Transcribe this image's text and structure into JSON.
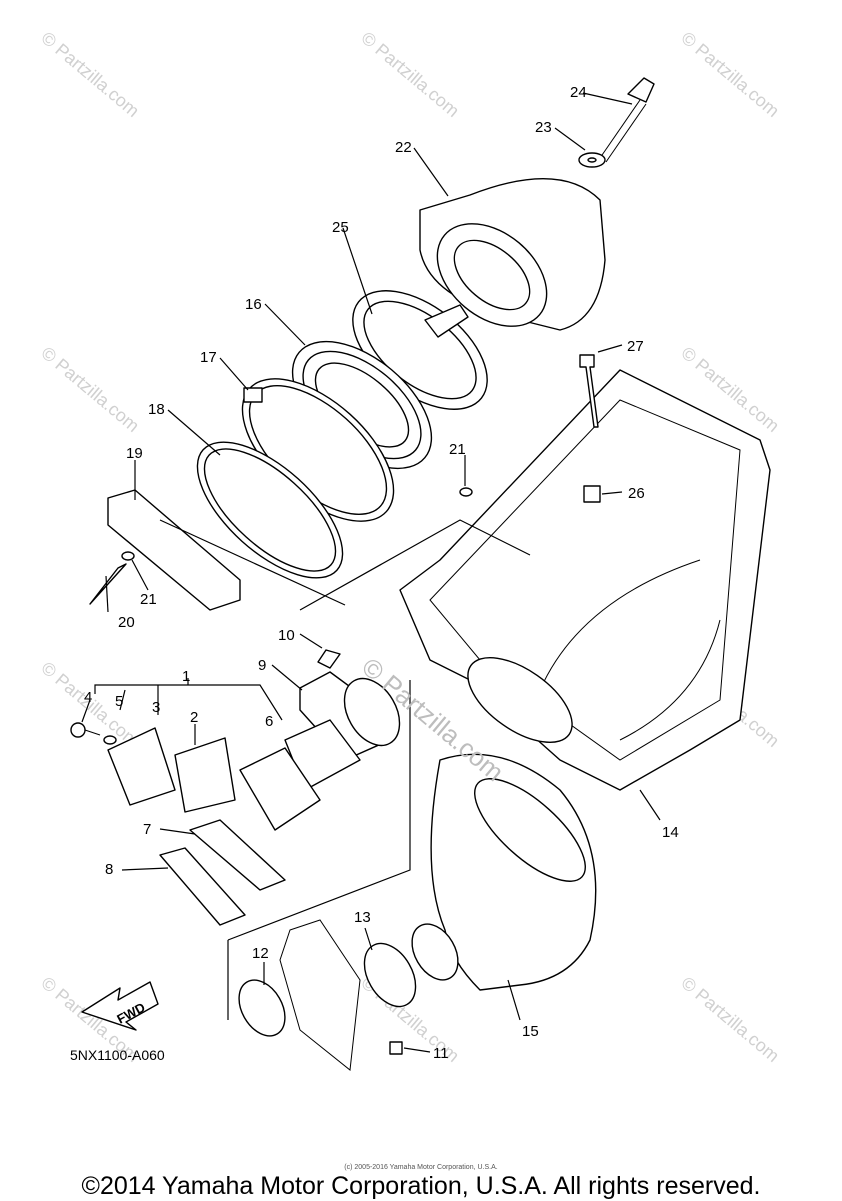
{
  "watermark": {
    "repeat_text": "© Partzilla.com",
    "center_text": "© Partzilla.com"
  },
  "diagram": {
    "code": "5NX1100-A060",
    "fwd_label": "FWD",
    "callouts": [
      "1",
      "2",
      "3",
      "4",
      "5",
      "6",
      "7",
      "8",
      "9",
      "10",
      "11",
      "12",
      "13",
      "14",
      "15",
      "16",
      "17",
      "18",
      "19",
      "20",
      "21",
      "21",
      "22",
      "23",
      "24",
      "25",
      "26",
      "27"
    ]
  },
  "footer": {
    "small": "(c) 2005-2016 Yamaha Motor Corporation, U.S.A.",
    "copyright": "©2014 Yamaha Motor Corporation, U.S.A. All rights reserved."
  }
}
